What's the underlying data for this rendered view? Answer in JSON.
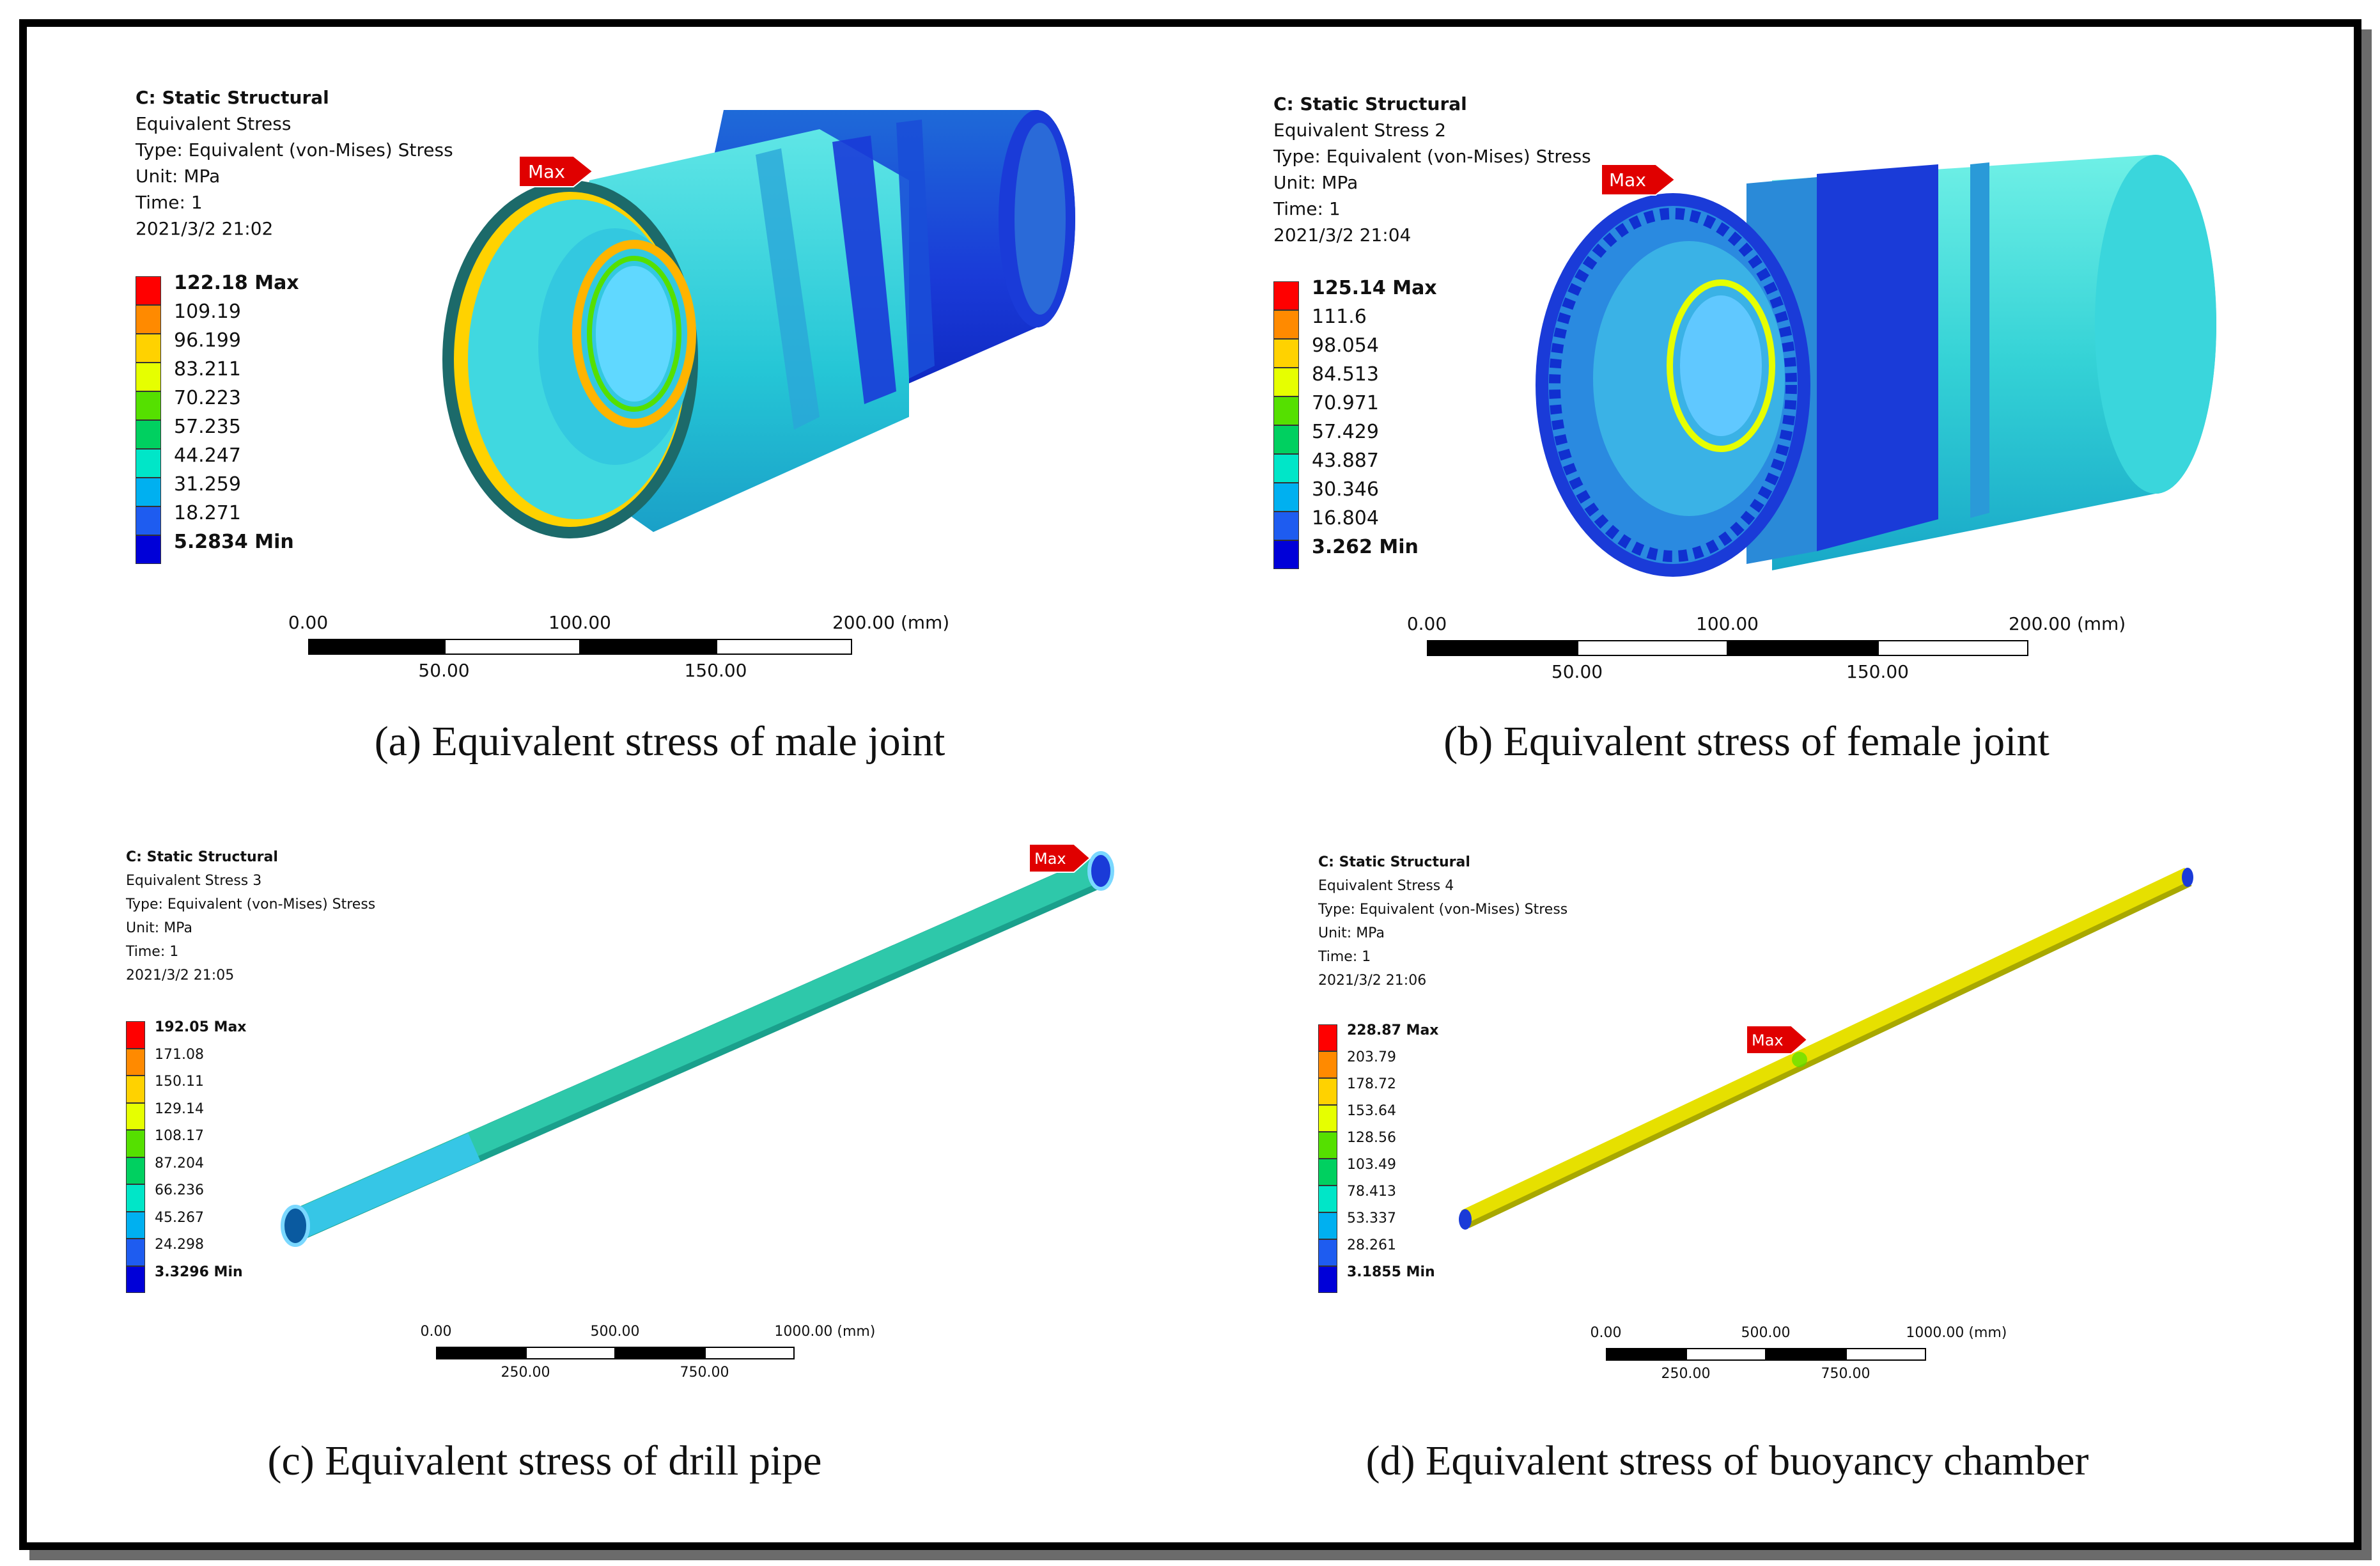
{
  "panels": [
    {
      "id": "a",
      "info": [
        "C: Static Structural",
        "Equivalent Stress",
        "Type: Equivalent (von-Mises) Stress",
        "Unit: MPa",
        "Time: 1",
        "2021/3/2 21:02"
      ],
      "legend": [
        "122.18 Max",
        "109.19",
        "96.199",
        "83.211",
        "70.223",
        "57.235",
        "44.247",
        "31.259",
        "18.271",
        "5.2834 Min"
      ],
      "scale": {
        "labels": [
          "0.00",
          "100.00",
          "200.00 (mm)"
        ],
        "sub_labels": [
          "50.00",
          "150.00"
        ]
      },
      "max_label": "Max",
      "caption": "(a) Equivalent stress of male joint"
    },
    {
      "id": "b",
      "info": [
        "C: Static Structural",
        "Equivalent Stress 2",
        "Type: Equivalent (von-Mises) Stress",
        "Unit: MPa",
        "Time: 1",
        "2021/3/2 21:04"
      ],
      "legend": [
        "125.14 Max",
        "111.6",
        "98.054",
        "84.513",
        "70.971",
        "57.429",
        "43.887",
        "30.346",
        "16.804",
        "3.262 Min"
      ],
      "scale": {
        "labels": [
          "0.00",
          "100.00",
          "200.00 (mm)"
        ],
        "sub_labels": [
          "50.00",
          "150.00"
        ]
      },
      "max_label": "Max",
      "caption": "(b) Equivalent stress of female joint"
    },
    {
      "id": "c",
      "info": [
        "C: Static Structural",
        "Equivalent Stress 3",
        "Type: Equivalent (von-Mises) Stress",
        "Unit: MPa",
        "Time: 1",
        "2021/3/2 21:05"
      ],
      "legend": [
        "192.05 Max",
        "171.08",
        "150.11",
        "129.14",
        "108.17",
        "87.204",
        "66.236",
        "45.267",
        "24.298",
        "3.3296 Min"
      ],
      "scale": {
        "labels": [
          "0.00",
          "500.00",
          "1000.00 (mm)"
        ],
        "sub_labels": [
          "250.00",
          "750.00"
        ]
      },
      "max_label": "Max",
      "caption": "(c) Equivalent stress of drill pipe"
    },
    {
      "id": "d",
      "info": [
        "C: Static Structural",
        "Equivalent Stress 4",
        "Type: Equivalent (von-Mises) Stress",
        "Unit: MPa",
        "Time: 1",
        "2021/3/2 21:06"
      ],
      "legend": [
        "228.87 Max",
        "203.79",
        "178.72",
        "153.64",
        "128.56",
        "103.49",
        "78.413",
        "53.337",
        "28.261",
        "3.1855 Min"
      ],
      "scale": {
        "labels": [
          "0.00",
          "500.00",
          "1000.00 (mm)"
        ],
        "sub_labels": [
          "250.00",
          "750.00"
        ]
      },
      "max_label": "Max",
      "caption": "(d) Equivalent stress of buoyancy  chamber"
    }
  ],
  "colors": {
    "legend_scale": [
      "#ff0000",
      "#ff8a00",
      "#ffd200",
      "#e6ff00",
      "#55e000",
      "#00d060",
      "#00e6c8",
      "#00b0f0",
      "#1e5cf0",
      "#0000d8"
    ],
    "max_tag": "#e00000"
  }
}
